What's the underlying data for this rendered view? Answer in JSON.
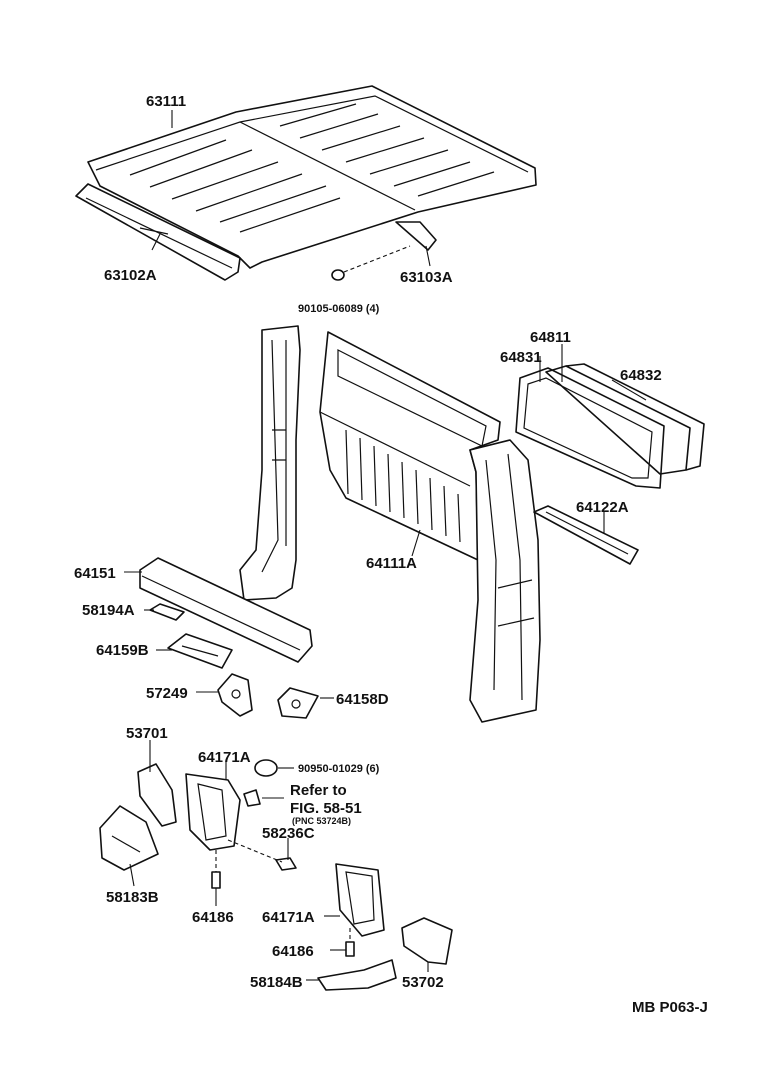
{
  "labels": {
    "p63111": "63111",
    "p63102A": "63102A",
    "p63103A": "63103A",
    "p90105": "90105-06089 (4)",
    "p64811": "64811",
    "p64831": "64831",
    "p64832": "64832",
    "p64122A": "64122A",
    "p64111A": "64111A",
    "p64151": "64151",
    "p58194A": "58194A",
    "p64159B": "64159B",
    "p57249": "57249",
    "p64158D": "64158D",
    "p53701": "53701",
    "p64171A_1": "64171A",
    "p90950": "90950-01029 (6)",
    "refer1": "Refer to",
    "refer2": "FIG. 58-51",
    "refer3": "(PNC 53724B)",
    "p58236C": "58236C",
    "p58183B": "58183B",
    "p64186_1": "64186",
    "p64171A_2": "64171A",
    "p64186_2": "64186",
    "p58184B": "58184B",
    "p53702": "53702",
    "code": "MB P063-J"
  }
}
